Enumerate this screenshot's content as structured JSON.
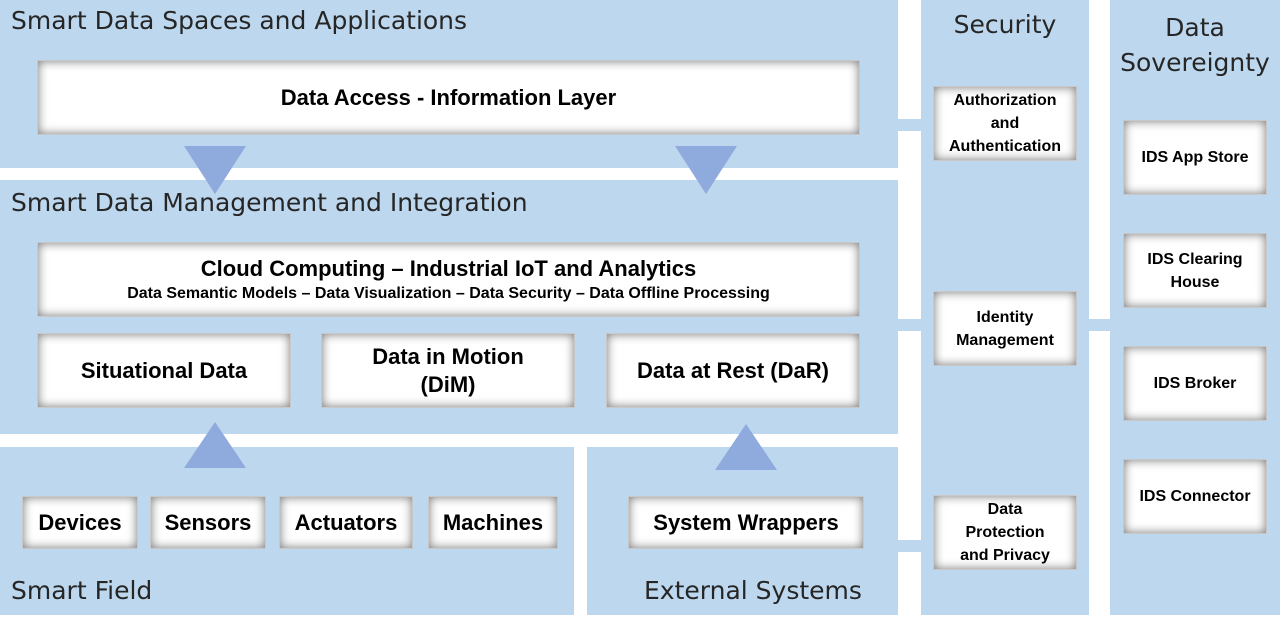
{
  "apps": {
    "title": "Smart Data Spaces and Applications",
    "access_box": "Data Access - Information Layer"
  },
  "mgmt": {
    "title": "Smart Data Management and Integration",
    "cloud_title": "Cloud Computing – Industrial IoT and Analytics",
    "cloud_subtitle": "Data Semantic Models – Data Visualization – Data Security – Data Offline Processing",
    "situational": "Situational Data",
    "motion_line1": "Data in Motion",
    "motion_line2": "(DiM)",
    "rest": "Data at Rest (DaR)"
  },
  "field": {
    "title": "Smart Field",
    "items": [
      "Devices",
      "Sensors",
      "Actuators",
      "Machines"
    ]
  },
  "external": {
    "title": "External Systems",
    "wrappers": "System Wrappers"
  },
  "security": {
    "title": "Security",
    "auth": [
      "Authorization",
      "and",
      "Authentication"
    ],
    "identity": [
      "Identity",
      "Management"
    ],
    "protection": [
      "Data",
      "Protection",
      "and Privacy"
    ]
  },
  "sovereignty": {
    "title_line1": "Data",
    "title_line2": "Sovereignty",
    "app_store": "IDS App Store",
    "clearing": [
      "IDS Clearing",
      "House"
    ],
    "broker": "IDS Broker",
    "connector": "IDS Connector"
  },
  "colors": {
    "panel": "#bdd7ee",
    "arrow": "#8faadc"
  }
}
